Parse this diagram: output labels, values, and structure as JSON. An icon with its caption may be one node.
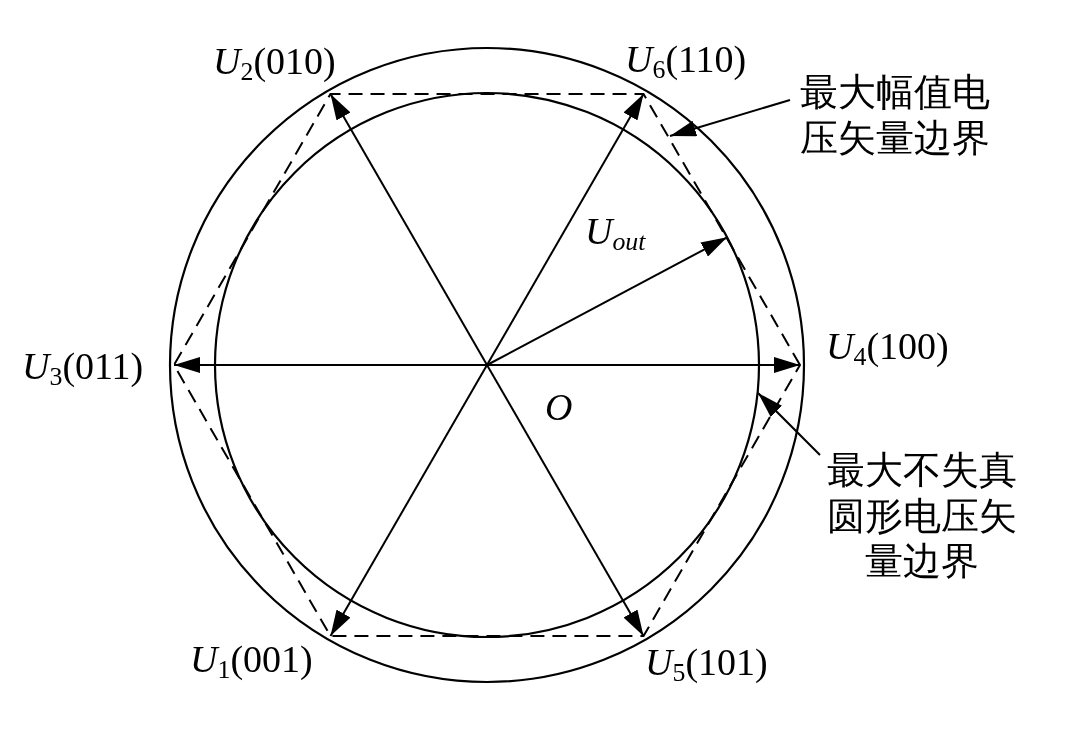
{
  "diagram": {
    "nodes": [
      {
        "text": [
          "最大幅值电压矢量边界"
        ]
      },
      {
        "text": [
          "最大不失真圆形电压矢量边界"
        ]
      }
    ],
    "edges": [
      {
        "from": 0,
        "to": null,
        "arrow": "to"
      },
      {
        "from": 1,
        "to": null,
        "arrow": "to"
      }
    ],
    "labels": [
      "*U*$_{2}$(010)",
      "*U*$_{6}$(110)",
      "*U*$_{out}$",
      "*U*$_{3}$(011)",
      "*U*$_{4}$(100)",
      "*O*",
      "*U*$_{1}$(001)",
      "*U*$_{5}$(101)"
    ]
  }
}
